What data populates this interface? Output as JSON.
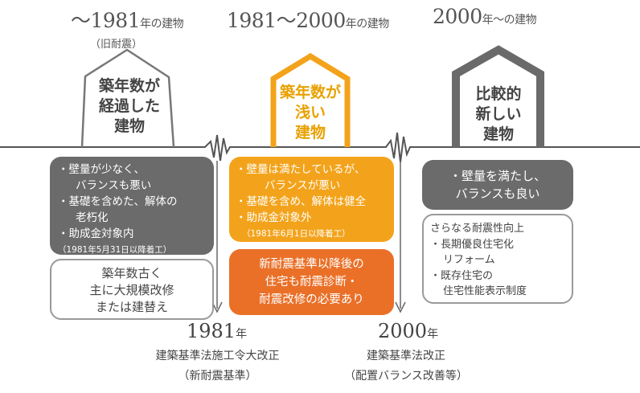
{
  "eras": [
    {
      "title_prefix": "～1981",
      "title_suffix": "年の建物",
      "subtitle": "（旧耐震）",
      "house_label": [
        "築年数が",
        "経過した",
        "建物"
      ],
      "info_lines": [
        "・壁量が少なく、",
        "バランスも悪い",
        "・基礎を含めた、解体の",
        "老朽化",
        "・助成金対象内"
      ],
      "info_note": "（1981年5月31日以降着工）",
      "extra_lines": [
        "築年数古く",
        "主に大規模改修",
        "または建替え"
      ]
    },
    {
      "title_prefix": "1981～2000",
      "title_suffix": "年の建物",
      "house_label": [
        "築年数が",
        "浅い",
        "建物"
      ],
      "info_lines": [
        "・壁量は満たしているが、",
        "バランスが悪い",
        "・基礎を含め、解体は健全",
        "・助成金対象外"
      ],
      "info_note": "（1981年6月1日以降着工）",
      "extra_lines": [
        "新耐震基準以降後の",
        "住宅も耐震診断・",
        "耐震改修の必要あり"
      ]
    },
    {
      "title_prefix": "2000",
      "title_suffix": "年～の建物",
      "house_label": [
        "比較的",
        "新しい",
        "建物"
      ],
      "info_lines": [
        "・壁量を満たし、",
        "バランスも良い"
      ],
      "extra_lines": [
        "さらなる耐震性向上",
        "・長期優良住宅化",
        "リフォーム",
        "・既存住宅の",
        "住宅性能表示制度"
      ]
    }
  ],
  "milestones": [
    {
      "year": "1981",
      "unit": "年",
      "law": "建築基準法施工令大改正",
      "note": "（新耐震基準）"
    },
    {
      "year": "2000",
      "unit": "年",
      "law": "建築基準法改正",
      "note": "（配置バランス改善等）"
    }
  ],
  "colors": {
    "dark_box": "#6b6b6b",
    "yellow_box": "#f3a31b",
    "orange_box": "#ea7028",
    "house_gray": "#6a6a6a",
    "house_orange": "#f3a31b",
    "line": "#555555"
  }
}
